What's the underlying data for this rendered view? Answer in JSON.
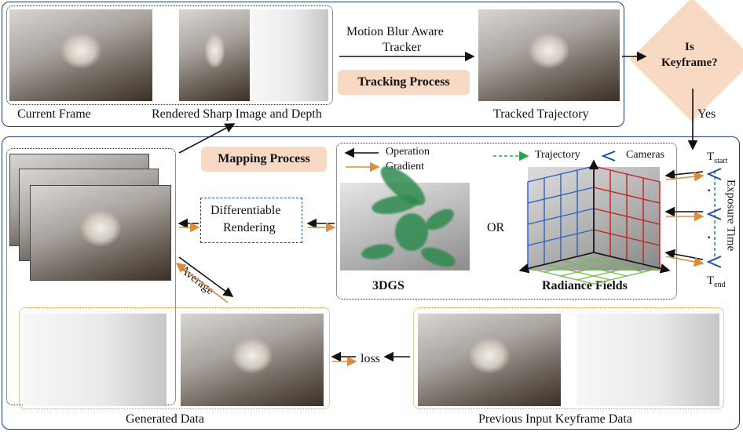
{
  "tracking": {
    "current_frame": "Current Frame",
    "rendered": "Rendered Sharp Image and Depth",
    "tracker_line1": "Motion Blur Aware",
    "tracker_line2": "Tracker",
    "process_label": "Tracking Process",
    "tracked": "Tracked Trajectory"
  },
  "decision": {
    "line1": "Is",
    "line2": "Keyframe?",
    "yes": "Yes"
  },
  "mapping": {
    "process_label": "Mapping Process",
    "legend_operation": "Operation",
    "legend_gradient": "Gradient",
    "legend_trajectory": "Trajectory",
    "legend_cameras": "Cameras",
    "diff_line1": "Differentiable",
    "diff_line2": "Rendering",
    "or": "OR",
    "gs": "3DGS",
    "radiance": "Radiance  Fields",
    "t_start": "T",
    "t_start_sub": "start",
    "t_end": "T",
    "t_end_sub": "end",
    "exposure": "Exposure Time",
    "dots": "·",
    "average": "Average",
    "loss": "loss",
    "generated": "Generated Data",
    "previous": "Previous Input Keyframe Data"
  },
  "colors": {
    "panel_border": "#1f3a7a",
    "orange": "#e08a3c",
    "label_fill": "#f7d9c4",
    "gaussian": "#2e8a4e",
    "trajectory": "#22aa44"
  }
}
